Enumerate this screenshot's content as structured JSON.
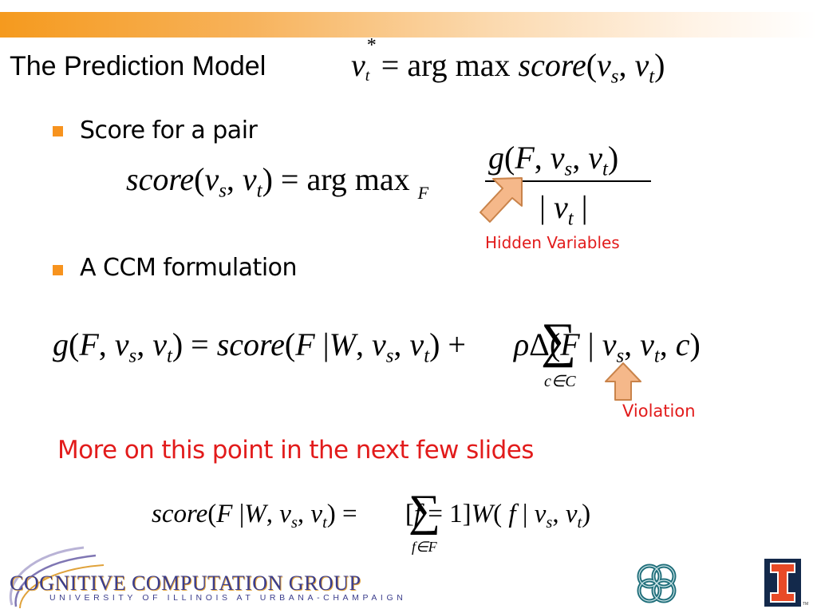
{
  "slide": {
    "title": "The Prediction Model",
    "header_eq": {
      "lhs": "v",
      "lhs_sup": "*",
      "lhs_sub": "t",
      "eq": "= arg max ",
      "fn": "score",
      "args_open": "(",
      "v1": "v",
      "v1_sub": "s",
      "comma": ", ",
      "v2": "v",
      "v2_sub": "t",
      "args_close": ")"
    },
    "bullets": [
      {
        "text": "Score for a pair"
      },
      {
        "text": "A CCM formulation"
      }
    ],
    "score_eq": {
      "fn": "score",
      "open": "(",
      "v1": "v",
      "v1_sub": "s",
      "comma": ", ",
      "v2": "v",
      "v2_sub": "t",
      "close": ")",
      "eq": " = arg max ",
      "argmax_sub": "F",
      "num_g": "g",
      "num_open": "(",
      "num_F": "F",
      "num_c1": ", ",
      "num_v1": "v",
      "num_v1_sub": "s",
      "num_c2": ", ",
      "num_v2": "v",
      "num_v2_sub": "t",
      "num_close": ")",
      "den_bar1": "| ",
      "den_v": "v",
      "den_v_sub": "t",
      "den_bar2": " |"
    },
    "hidden_variables_label": "Hidden Variables",
    "ccm_eq": {
      "g": "g",
      "open1": "(",
      "F": "F",
      "c1": ", ",
      "v1": "v",
      "v1_sub": "s",
      "c2": ", ",
      "v2": "v",
      "v2_sub": "t",
      "close1": ")",
      "eq": " = ",
      "score": "score",
      "open2": "(",
      "F2": "F",
      "bar": " |",
      "W": "W",
      "c3": ", ",
      "v3": "v",
      "v3_sub": "s",
      "c4": ", ",
      "v4": "v",
      "v4_sub": "t",
      "close2": ")",
      "plus": " + ",
      "sum": "∑",
      "sum_sub": "c∈C",
      "rho": "ρ",
      "delta": "Δ",
      "open3": "(",
      "F3": "F",
      "bar2": " | ",
      "v5": "v",
      "v5_sub": "s",
      "c5": ", ",
      "v6": "v",
      "v6_sub": "t",
      "c6": ", ",
      "c": "c",
      "close3": ")"
    },
    "violation_label": "Violation",
    "more_note": "More on this point in the next few slides",
    "bottom_eq": {
      "score": "score",
      "open": "(",
      "F": "F",
      "bar": " |",
      "W": "W",
      "c1": ", ",
      "v1": "v",
      "v1_sub": "s",
      "c2": ", ",
      "v2": "v",
      "v2_sub": "t",
      "close": ")",
      "eq": " = ",
      "sum": "∑",
      "sum_sub": "f∈F",
      "bracket": "[",
      "f": "f",
      "eq1": " = 1]",
      "W2": "W",
      "open2": "( ",
      "f2": "f",
      "bar2": " | ",
      "v3": "v",
      "v3_sub": "s",
      "c3": ", ",
      "v4": "v",
      "v4_sub": "t",
      "close2": ")"
    },
    "footer": {
      "group_name": "COGNITIVE COMPUTATION GROUP",
      "university": "UNIVERSITY OF ILLINOIS AT URBANA-CHAMPAIGN",
      "tm": "TM"
    },
    "colors": {
      "accent_orange": "#f7931e",
      "note_red": "#e21b1b",
      "arrow_fill": "#f5b88a",
      "arrow_stroke": "#c9834a",
      "illinois_blue": "#13294b",
      "illinois_orange": "#e84a27"
    }
  }
}
